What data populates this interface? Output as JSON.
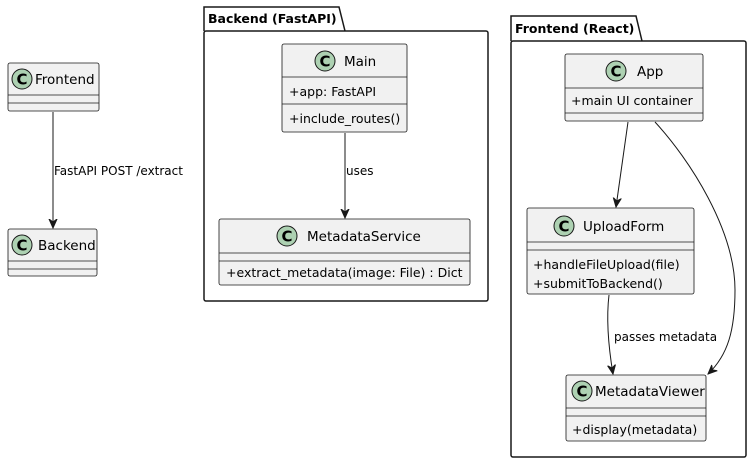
{
  "packages": {
    "backend": {
      "title": "Backend (FastAPI)"
    },
    "frontend": {
      "title": "Frontend (React)"
    }
  },
  "classes": {
    "frontend_cls": {
      "letter": "C",
      "name": "Frontend"
    },
    "backend_cls": {
      "letter": "C",
      "name": "Backend"
    },
    "main": {
      "letter": "C",
      "name": "Main",
      "attributes": [
        "+app: FastAPI"
      ],
      "methods": [
        "+include_routes()"
      ]
    },
    "metadata_service": {
      "letter": "C",
      "name": "MetadataService",
      "methods": [
        "+extract_metadata(image: File) : Dict"
      ]
    },
    "app": {
      "letter": "C",
      "name": "App",
      "attributes": [
        "+main UI container"
      ]
    },
    "upload_form": {
      "letter": "C",
      "name": "UploadForm",
      "methods": [
        "+handleFileUpload(file)",
        "+submitToBackend()"
      ]
    },
    "metadata_viewer": {
      "letter": "C",
      "name": "MetadataViewer",
      "methods": [
        "+display(metadata)"
      ]
    }
  },
  "relations": {
    "frontend_to_backend": {
      "label": "FastAPI POST /extract"
    },
    "main_to_service": {
      "label": "uses"
    },
    "upload_to_viewer": {
      "label": "passes metadata"
    }
  }
}
